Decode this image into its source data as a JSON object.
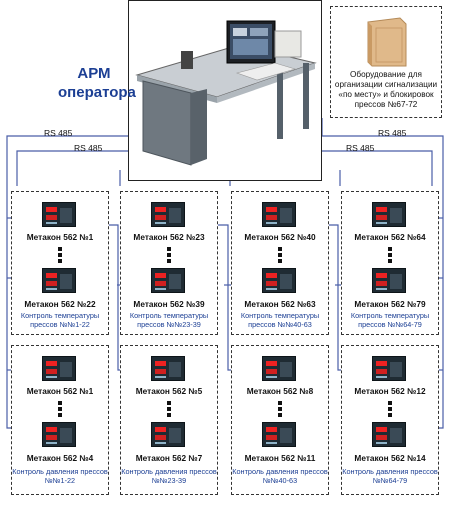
{
  "workstation": {
    "label_line1": "АРМ",
    "label_line2": "оператора"
  },
  "cabinet": {
    "label": "Оборудование для организации сигнализации «по месту» и блокировок прессов №67-72"
  },
  "links": {
    "rs_left_upper": "RS 485",
    "rs_left_lower": "RS 485",
    "rs_right_upper": "RS 485",
    "rs_right_lower": "RS 485"
  },
  "colors": {
    "bus": "#4a5ea8",
    "caption": "#1c3f94",
    "device_body": "#1f2b33",
    "device_display": "#e22222"
  },
  "groups_top": [
    {
      "first": "Метакон 562 №1",
      "last": "Метакон 562 №22",
      "caption": "Контроль температуры прессов №№1-22"
    },
    {
      "first": "Метакон 562 №23",
      "last": "Метакон 562 №39",
      "caption": "Контроль температуры прессов №№23-39"
    },
    {
      "first": "Метакон 562 №40",
      "last": "Метакон 562 №63",
      "caption": "Контроль температуры прессов №№40-63"
    },
    {
      "first": "Метакон 562 №64",
      "last": "Метакон 562 №79",
      "caption": "Контроль температуры прессов №№64-79"
    }
  ],
  "groups_bottom": [
    {
      "first": "Метакон 562 №1",
      "last": "Метакон 562 №4",
      "caption": "Контроль давления прессов №№1-22"
    },
    {
      "first": "Метакон 562 №5",
      "last": "Метакон 562 №7",
      "caption": "Контроль давления прессов №№23-39"
    },
    {
      "first": "Метакон 562 №8",
      "last": "Метакон 562 №11",
      "caption": "Контроль давления прессов №№40-63"
    },
    {
      "first": "Метакон 562 №12",
      "last": "Метакон 562 №14",
      "caption": "Контроль давления прессов №№64-79"
    }
  ]
}
